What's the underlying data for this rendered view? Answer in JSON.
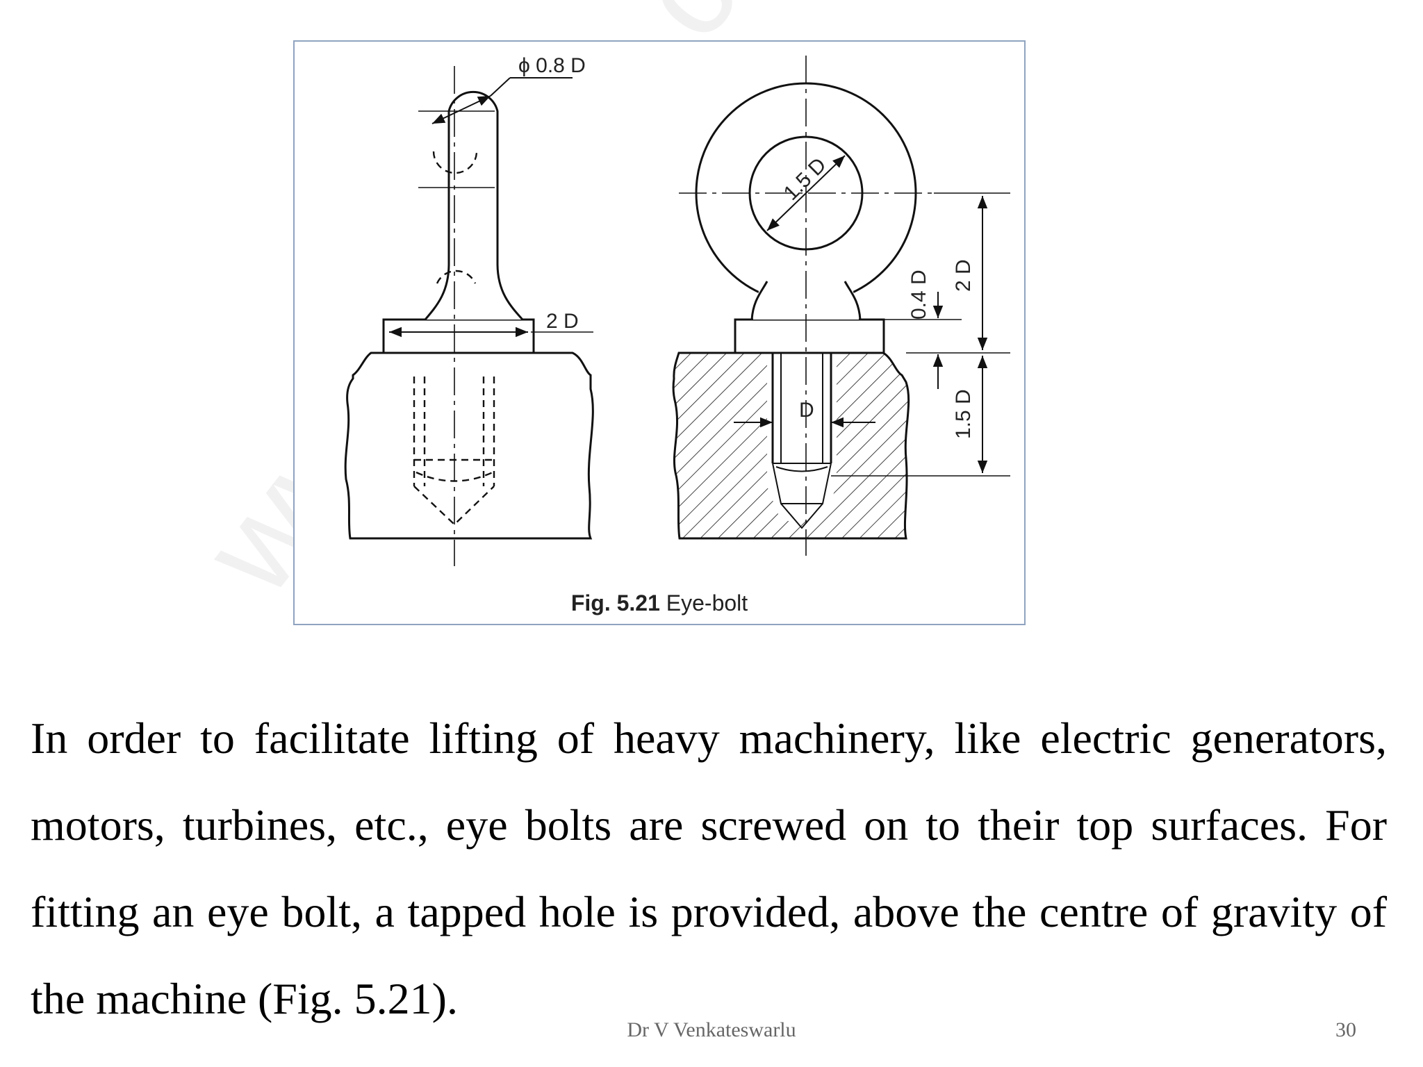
{
  "figure": {
    "caption_label": "Fig. 5.21",
    "caption_text": " Eye-bolt",
    "dimensions": {
      "phi_08d": "ϕ 0.8 D",
      "two_d_left": "2 D",
      "one_five_d_eye": "1.5 D",
      "zero_four_d": "0.4 D",
      "two_d_right": "2 D",
      "d": "D",
      "one_five_d_depth": "1.5 D"
    }
  },
  "paragraph": "In order to facilitate lifting of heavy machinery, like electric generators, motors, turbines, etc., eye bolts are screwed on to their top surfaces. For fitting an eye bolt, a tapped hole is provided, above the centre of gravity of the machine (Fig. 5.21).",
  "footer": {
    "author": "Dr V Venkateswarlu",
    "page_number": "30"
  },
  "watermark": "www.jntuk...com/"
}
